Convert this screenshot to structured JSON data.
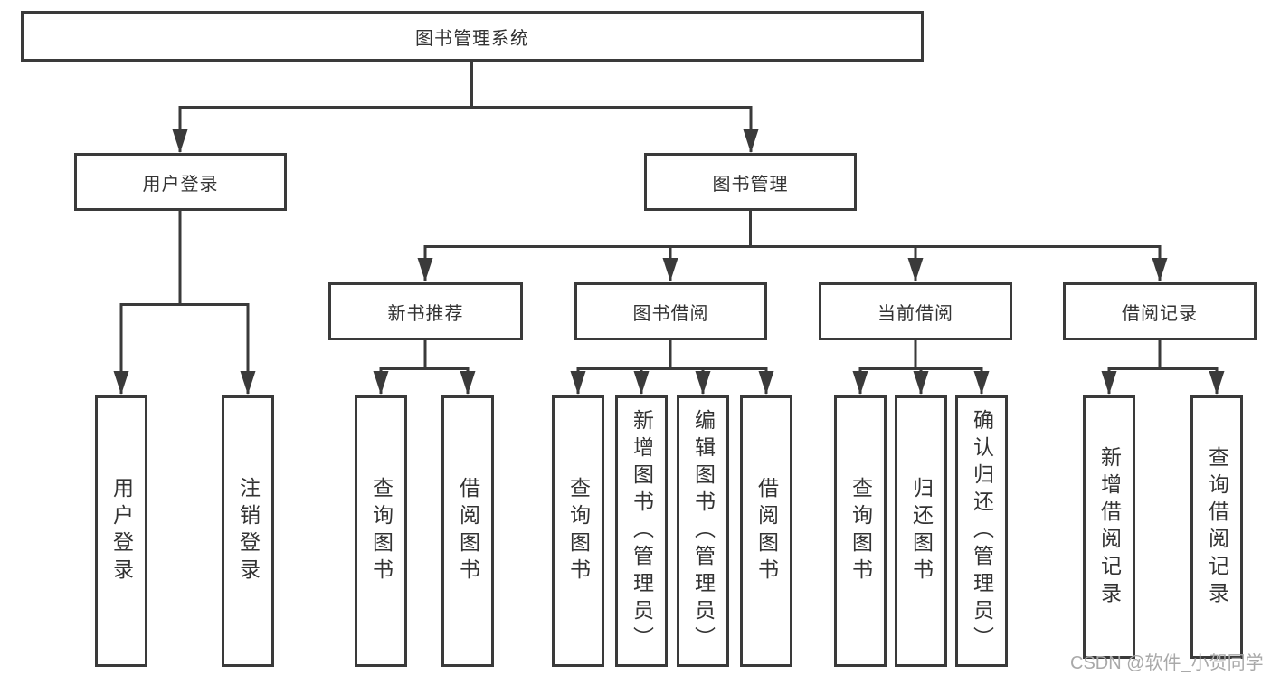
{
  "diagram": {
    "title": "图书管理系统",
    "tree": {
      "root": "图书管理系统",
      "children": [
        {
          "label": "用户登录",
          "children": [
            "用户登录",
            "注销登录"
          ]
        },
        {
          "label": "图书管理",
          "children": [
            {
              "label": "新书推荐",
              "children": [
                "查询图书",
                "借阅图书"
              ]
            },
            {
              "label": "图书借阅",
              "children": [
                "查询图书",
                "新增图书（管理员）",
                "编辑图书（管理员）",
                "借阅图书"
              ]
            },
            {
              "label": "当前借阅",
              "children": [
                "查询图书",
                "归还图书",
                "确认归还（管理员）"
              ]
            },
            {
              "label": "借阅记录",
              "children": [
                "新增借阅记录",
                "查询借阅记录"
              ]
            }
          ]
        }
      ]
    },
    "colors": {
      "line": "#3a3a3a",
      "text": "#333333",
      "box_fill": "#ffffff",
      "watermark": "#a9a9a9",
      "background": "#ffffff"
    }
  },
  "watermark": "CSDN @软件_小贺同学"
}
